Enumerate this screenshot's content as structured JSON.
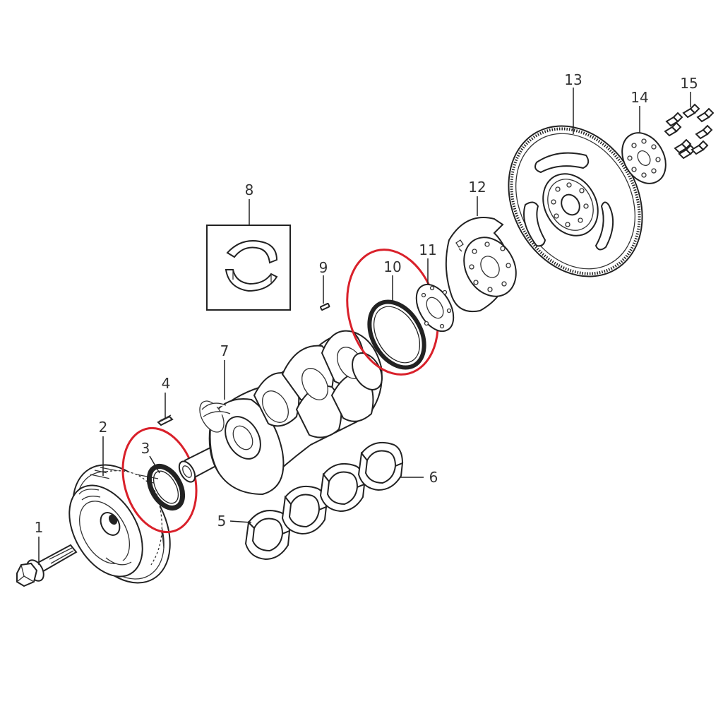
{
  "callouts": {
    "c1": "1",
    "c2": "2",
    "c3": "3",
    "c4": "4",
    "c5": "5",
    "c6": "6",
    "c7": "7",
    "c8": "8",
    "c9": "9",
    "c10": "10",
    "c11": "11",
    "c12": "12",
    "c13": "13",
    "c14": "14",
    "c15": "15"
  },
  "colors": {
    "highlight": "#d9202a",
    "line": "#222222",
    "label": "#333333",
    "background": "#ffffff"
  },
  "highlighted_parts": [
    "3",
    "10"
  ]
}
